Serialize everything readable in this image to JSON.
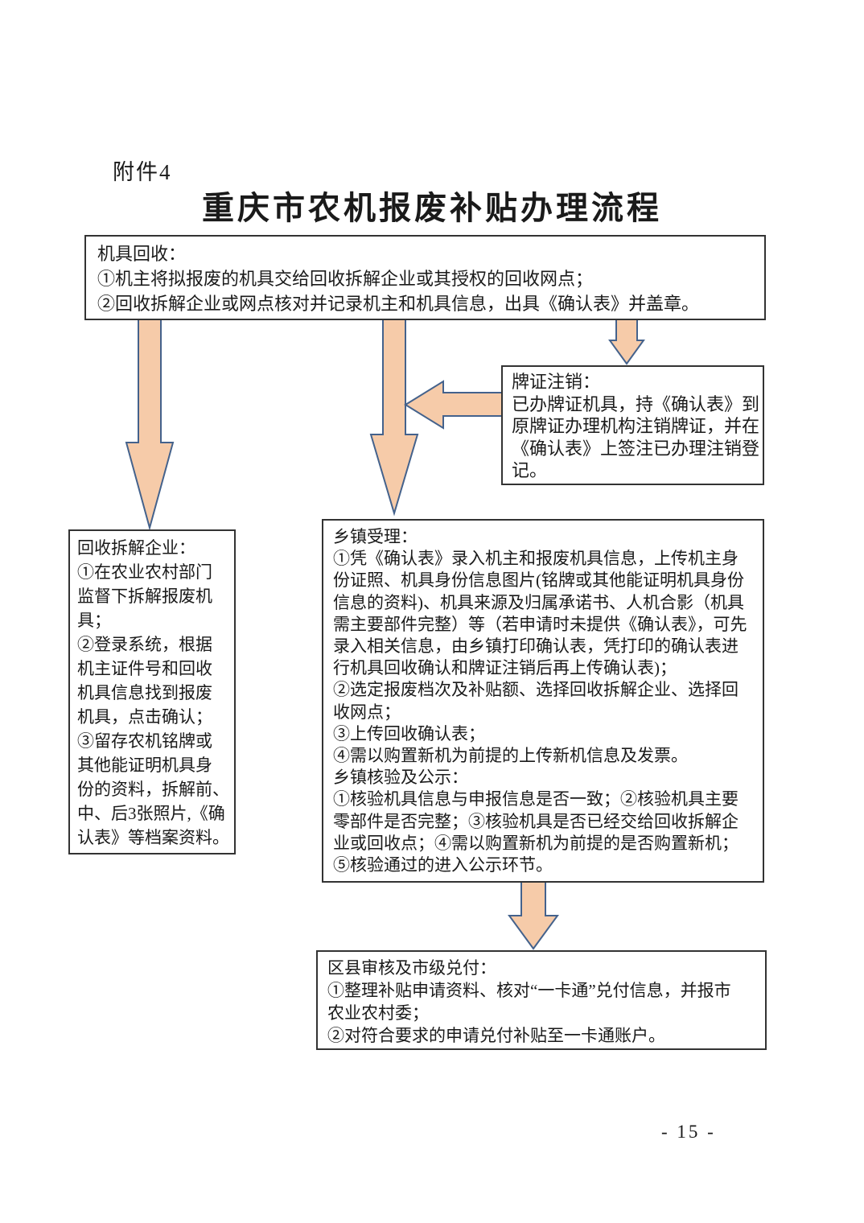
{
  "page": {
    "attachment_label": "附件4",
    "title": "重庆市农机报废补贴办理流程",
    "page_number": "- 15 -"
  },
  "colors": {
    "arrow_fill": "#F6CBA9",
    "arrow_stroke": "#44628C",
    "box_border": "#333333",
    "text_color": "#1a1a1a"
  },
  "flowchart": {
    "boxes": {
      "recycle": {
        "lines": [
          "机具回收：",
          "①机主将拟报废的机具交给回收拆解企业或其授权的回收网点；",
          "②回收拆解企业或网点核对并记录机主和机具信息，出具《确认表》并盖章。"
        ]
      },
      "license": {
        "lines": [
          "牌证注销：",
          "已办牌证机具，持《确认表》到",
          "原牌证办理机构注销牌证，并在",
          "《确认表》上签注已办理注销登",
          "记。"
        ]
      },
      "dismantle": {
        "lines": [
          "回收拆解企业：",
          "①在农业农村部门",
          "监督下拆解报废机",
          "具；",
          "②登录系统，根据",
          "机主证件号和回收",
          "机具信息找到报废",
          "机具，点击确认；",
          "③留存农机铭牌或",
          "其他能证明机具身",
          "份的资料，拆解前、",
          "中、后3张照片,《确",
          "认表》等档案资料。"
        ]
      },
      "township": {
        "lines": [
          "乡镇受理：",
          "①凭《确认表》录入机主和报废机具信息，上传机主身",
          "份证照、机具身份信息图片(铭牌或其他能证明机具身份",
          "信息的资料)、机具来源及归属承诺书、人机合影（机具",
          "需主要部件完整）等（若申请时未提供《确认表》，可先",
          "录入相关信息，由乡镇打印确认表，凭打印的确认表进",
          "行机具回收确认和牌证注销后再上传确认表)；",
          "②选定报废档次及补贴额、选择回收拆解企业、选择回",
          "收网点；",
          "③上传回收确认表；",
          "④需以购置新机为前提的上传新机信息及发票。",
          "乡镇核验及公示：",
          "①核验机具信息与申报信息是否一致；②核验机具主要",
          "零部件是否完整；③核验机具是否已经交给回收拆解企",
          "业或回收点；④需以购置新机为前提的是否购置新机；",
          "⑤核验通过的进入公示环节。"
        ]
      },
      "county": {
        "lines": [
          "区县审核及市级兑付：",
          "①整理补贴申请资料、核对“一卡通”兑付信息，并报市",
          "农业农村委；",
          "②对符合要求的申请兑付补贴至一卡通账户。"
        ]
      }
    },
    "arrows": [
      "recycle-to-dismantle-down-arrow",
      "recycle-to-township-down-arrow",
      "recycle-to-license-down-arrow",
      "license-to-flow-left-arrow",
      "township-to-county-down-arrow"
    ]
  }
}
